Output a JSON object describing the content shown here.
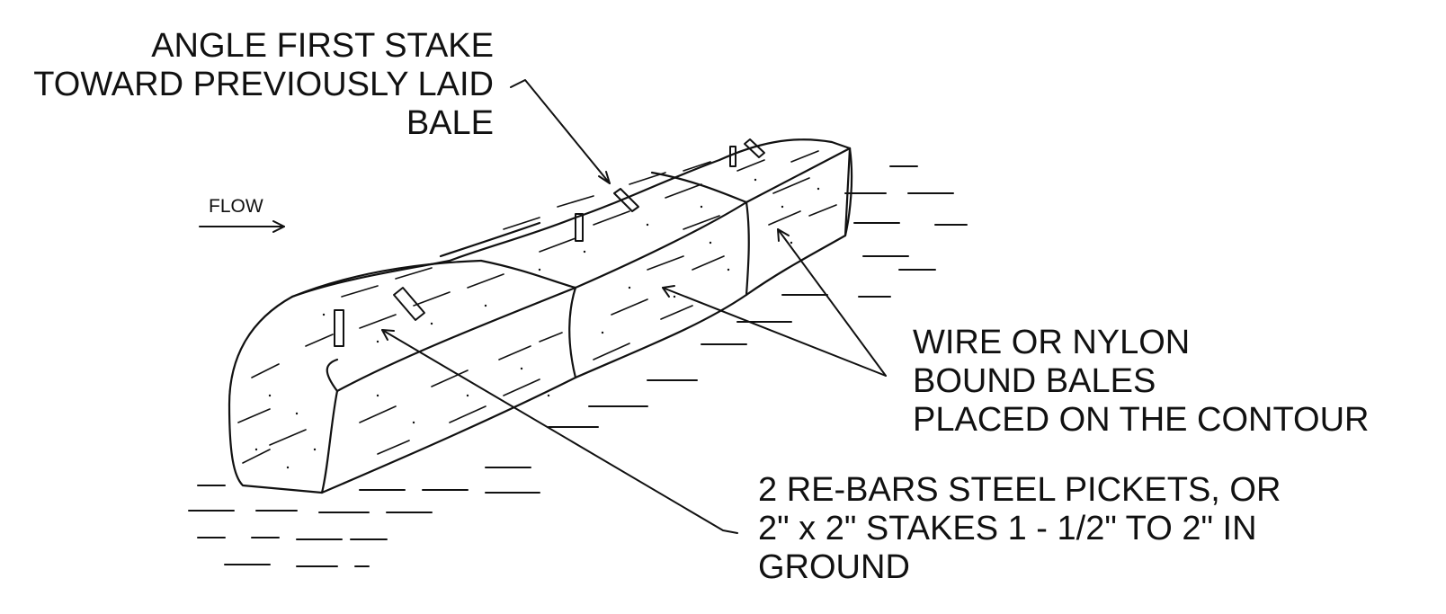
{
  "labels": {
    "stake_angle": [
      "ANGLE FIRST STAKE",
      "TOWARD PREVIOUSLY LAID",
      "BALE"
    ],
    "flow": "FLOW",
    "bales": [
      "WIRE OR NYLON",
      "BOUND BALES",
      "PLACED ON THE CONTOUR"
    ],
    "stakes": [
      "2 RE-BARS STEEL PICKETS, OR",
      "2\" x 2\" STAKES  1 - 1/2\" TO 2\" IN",
      "GROUND"
    ]
  }
}
